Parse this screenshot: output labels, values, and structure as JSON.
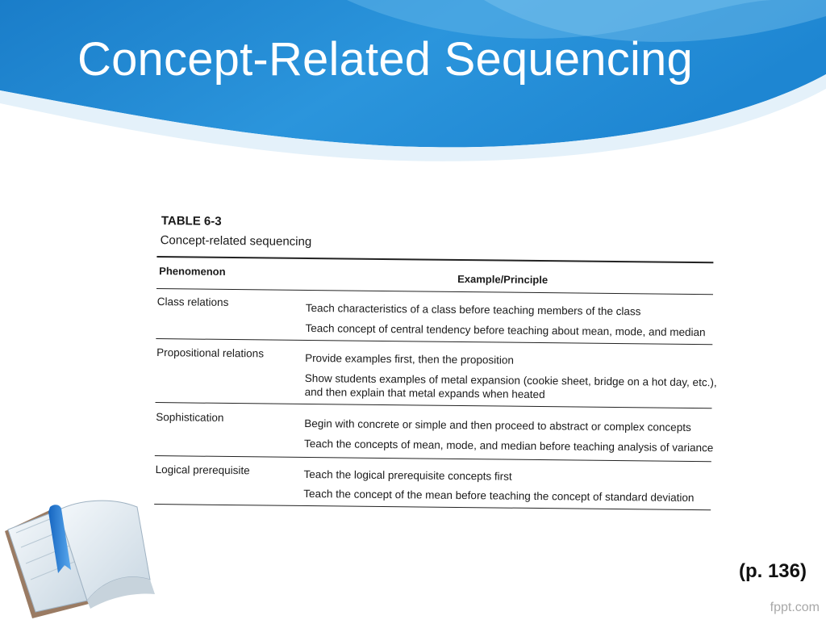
{
  "slide": {
    "title": "Concept-Related Sequencing",
    "page_ref": "(p. 136)",
    "watermark": "fppt.com"
  },
  "colors": {
    "banner_blue": "#1e86d2",
    "banner_light": "#7cc3ee",
    "title_text": "#ffffff"
  },
  "table": {
    "id": "TABLE 6-3",
    "caption": "Concept-related sequencing",
    "headers": [
      "Phenomenon",
      "Example/Principle"
    ],
    "rows": [
      {
        "phenomenon": "Class relations",
        "examples": [
          "Teach characteristics of a class before teaching members of the class",
          "Teach concept of central tendency before teaching about mean, mode, and median"
        ]
      },
      {
        "phenomenon": "Propositional relations",
        "examples": [
          "Provide examples first, then the proposition",
          "Show students examples of metal expansion (cookie sheet, bridge on a hot day, etc.),",
          "and then explain that metal expands when heated"
        ]
      },
      {
        "phenomenon": "Sophistication",
        "examples": [
          "Begin with concrete or simple and then proceed to abstract or complex concepts",
          "Teach the concepts of mean, mode, and median before teaching analysis of variance"
        ]
      },
      {
        "phenomenon": "Logical prerequisite",
        "examples": [
          "Teach the logical prerequisite concepts first",
          "Teach the concept of the mean before teaching the concept of standard deviation"
        ]
      }
    ]
  },
  "icons": {
    "book": "open-book-icon"
  }
}
